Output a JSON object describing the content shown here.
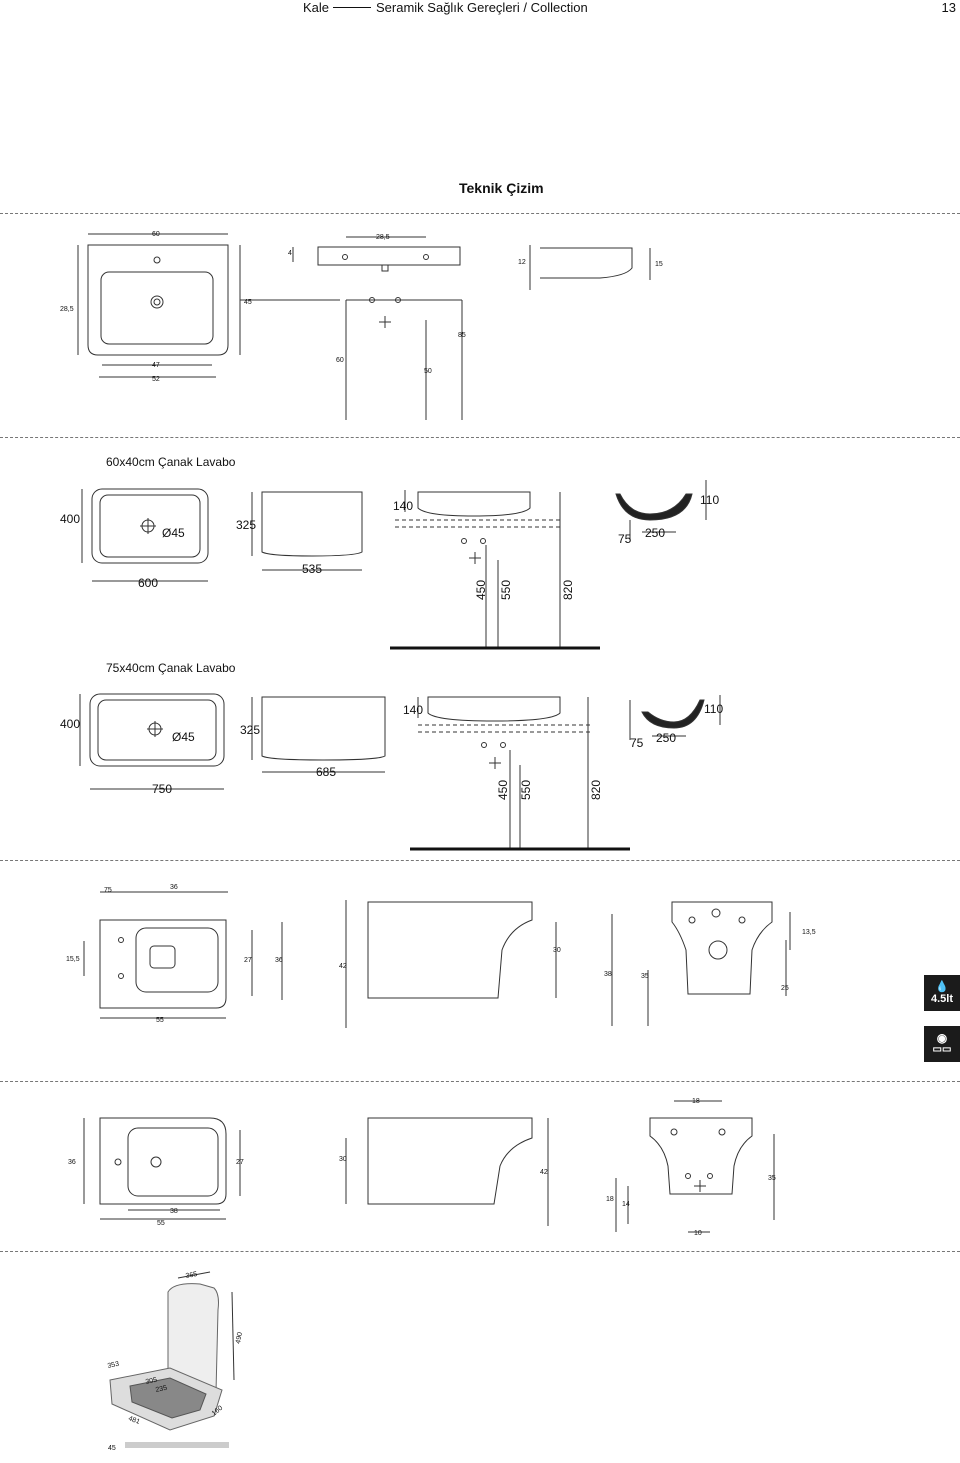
{
  "header": {
    "brand": "Kale",
    "breadcrumb": "Seramik Sağlık Gereçleri / Collection",
    "page_number": "13"
  },
  "page_title": "Teknik Çizim",
  "section1": {
    "top_view": {
      "width": "60",
      "height": "28,5",
      "inner": "47",
      "outer": "52"
    },
    "front_view": {
      "overall": "28,5",
      "top": "4",
      "mid": "45",
      "height": "85",
      "left": "60",
      "right": "50"
    },
    "side_view": {
      "a": "12",
      "b": "15"
    }
  },
  "section2": {
    "title": "60x40cm Çanak Lavabo",
    "depth": "400",
    "drain": "Ø45",
    "inner": "325",
    "width": "600",
    "inner_width": "535",
    "h140": "140",
    "h450": "450",
    "h550": "550",
    "h820": "820",
    "s110": "110",
    "s250": "250",
    "s75": "75"
  },
  "section3": {
    "title": "75x40cm Çanak Lavabo",
    "depth": "400",
    "drain": "Ø45",
    "inner": "325",
    "width": "750",
    "inner_width": "685",
    "h140": "140",
    "h450": "450",
    "h550": "550",
    "h820": "820",
    "s110": "110",
    "s250": "250",
    "s75": "75"
  },
  "section4": {
    "top": {
      "a": "75",
      "b": "36",
      "c": "15,5",
      "d": "27",
      "e": "36",
      "f": "55"
    },
    "side": {
      "a": "42",
      "b": "30"
    },
    "front": {
      "a": "13,5",
      "b": "38",
      "c": "35",
      "d": "25"
    },
    "badge_volume": "4.5lt"
  },
  "section5": {
    "top": {
      "a": "36",
      "b": "27",
      "c": "38",
      "d": "55"
    },
    "side": {
      "a": "30",
      "b": "42"
    },
    "front": {
      "a": "18",
      "b": "35",
      "c": "18",
      "d": "14",
      "e": "10"
    }
  },
  "section6": {
    "a": "365",
    "b": "490",
    "c": "353",
    "d": "305",
    "e": "235",
    "f": "481",
    "g": "160",
    "h": "45"
  }
}
